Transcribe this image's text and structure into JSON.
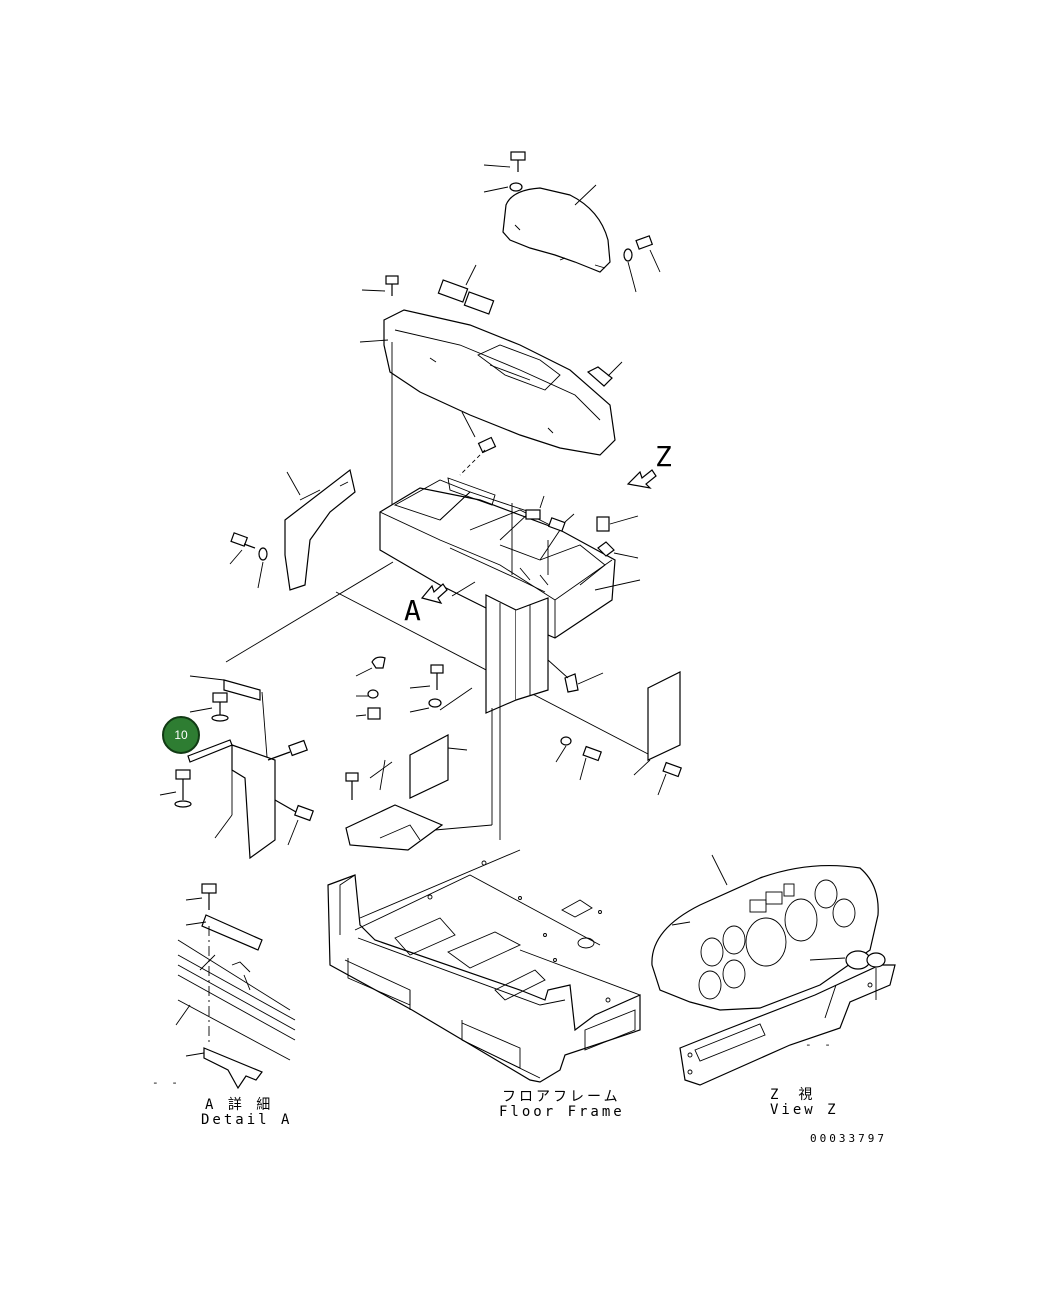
{
  "labels": {
    "view_z_arrow": "Z",
    "view_a_arrow": "A",
    "detail_a_jp": "A 詳 細",
    "detail_a_en": "Detail A",
    "floor_frame_jp": "フロアフレーム",
    "floor_frame_en": "Floor Frame",
    "view_z_jp": "Z　視",
    "view_z_en": "View Z",
    "drawing_number": "00033797",
    "dash_left": "- -",
    "dash_right": "- -"
  },
  "callout": {
    "number": "10",
    "color": "#2e7d32"
  }
}
